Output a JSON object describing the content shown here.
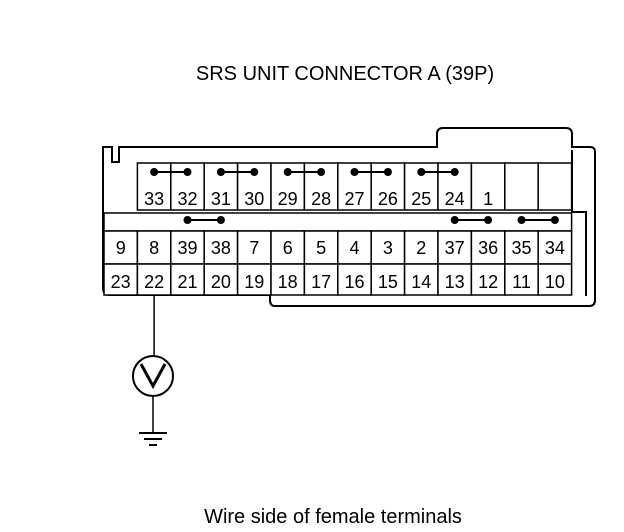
{
  "title": "SRS UNIT CONNECTOR A (39P)",
  "caption": "Wire side of female terminals",
  "meter": {
    "symbol": "V"
  },
  "rows": [
    [
      "33",
      "32",
      "31",
      "30",
      "29",
      "28",
      "27",
      "26",
      "25",
      "24",
      "1"
    ],
    [
      "9",
      "8",
      "39",
      "38",
      "7",
      "6",
      "5",
      "4",
      "3",
      "2",
      "37",
      "36",
      "35",
      "34"
    ],
    [
      "23",
      "22",
      "21",
      "20",
      "19",
      "18",
      "17",
      "16",
      "15",
      "14",
      "13",
      "12",
      "11",
      "10"
    ]
  ],
  "row_offsets": [
    1,
    0,
    0
  ],
  "shorting_bars": [
    {
      "row": 0,
      "from": "33",
      "to": "32"
    },
    {
      "row": 0,
      "from": "31",
      "to": "30"
    },
    {
      "row": 0,
      "from": "29",
      "to": "28"
    },
    {
      "row": 0,
      "from": "27",
      "to": "26"
    },
    {
      "row": 0,
      "from": "25",
      "to": "24"
    },
    {
      "row": 1,
      "from": "39",
      "to": "38"
    },
    {
      "row": 1,
      "from": "37",
      "to": "36"
    },
    {
      "row": 1,
      "from": "35",
      "to": "34"
    }
  ],
  "probe_pin": "22"
}
